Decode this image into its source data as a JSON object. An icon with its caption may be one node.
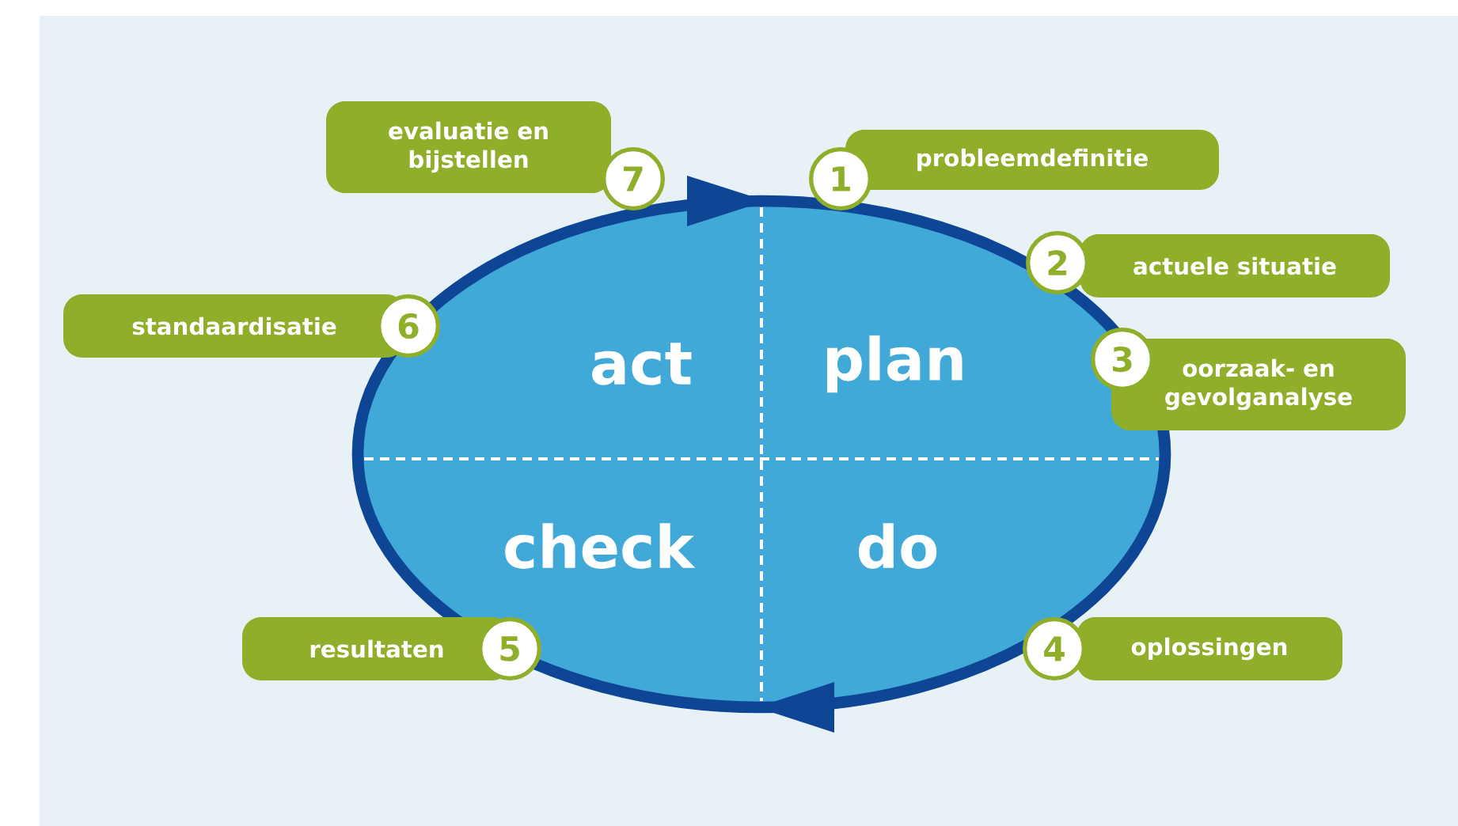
{
  "diagram": {
    "nodes": [
      {
        "text": [],
        "shape": "ellipse"
      },
      {
        "text": [
          "act"
        ],
        "in": 0
      },
      {
        "text": [
          "plan"
        ],
        "in": 0
      },
      {
        "text": [
          "check"
        ],
        "in": 0
      },
      {
        "text": [
          "do"
        ],
        "in": 0
      },
      {
        "text": [
          "1",
          "probleemdefinitie"
        ]
      },
      {
        "text": [
          "2",
          "actuele situatie"
        ]
      },
      {
        "text": [
          "3",
          "oorzaak- en gevolganalyse"
        ]
      },
      {
        "text": [
          "4",
          "oplossingen"
        ]
      },
      {
        "text": [
          "resultaten",
          "5"
        ]
      },
      {
        "text": [
          "standaardisatie",
          "6"
        ]
      },
      {
        "text": [
          "evaluatie en bijstellen",
          "7"
        ]
      }
    ]
  }
}
